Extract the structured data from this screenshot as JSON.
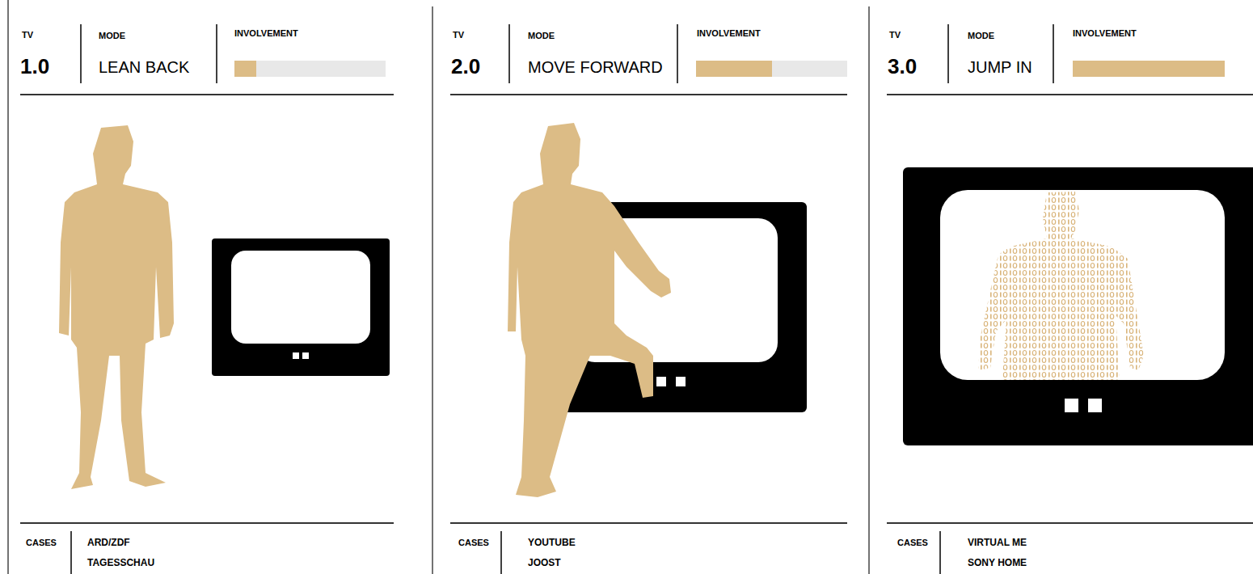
{
  "diagram": {
    "labels": [
      "TV",
      "1.0",
      "MODE",
      "LEAN BACK",
      "INVOLVEMENT",
      "CASES",
      "ARD/ZDF",
      "TAGESSCHAU",
      "TV",
      "2.0",
      "MODE",
      "MOVE FORWARD",
      "INVOLVEMENT",
      "CASES",
      "YOUTUBE",
      "JOOST",
      "TV",
      "3.0",
      "MODE",
      "JUMP IN",
      "INVOLVEMENT",
      "CASES",
      "VIRTUAL ME",
      "SONY HOME"
    ]
  }
}
